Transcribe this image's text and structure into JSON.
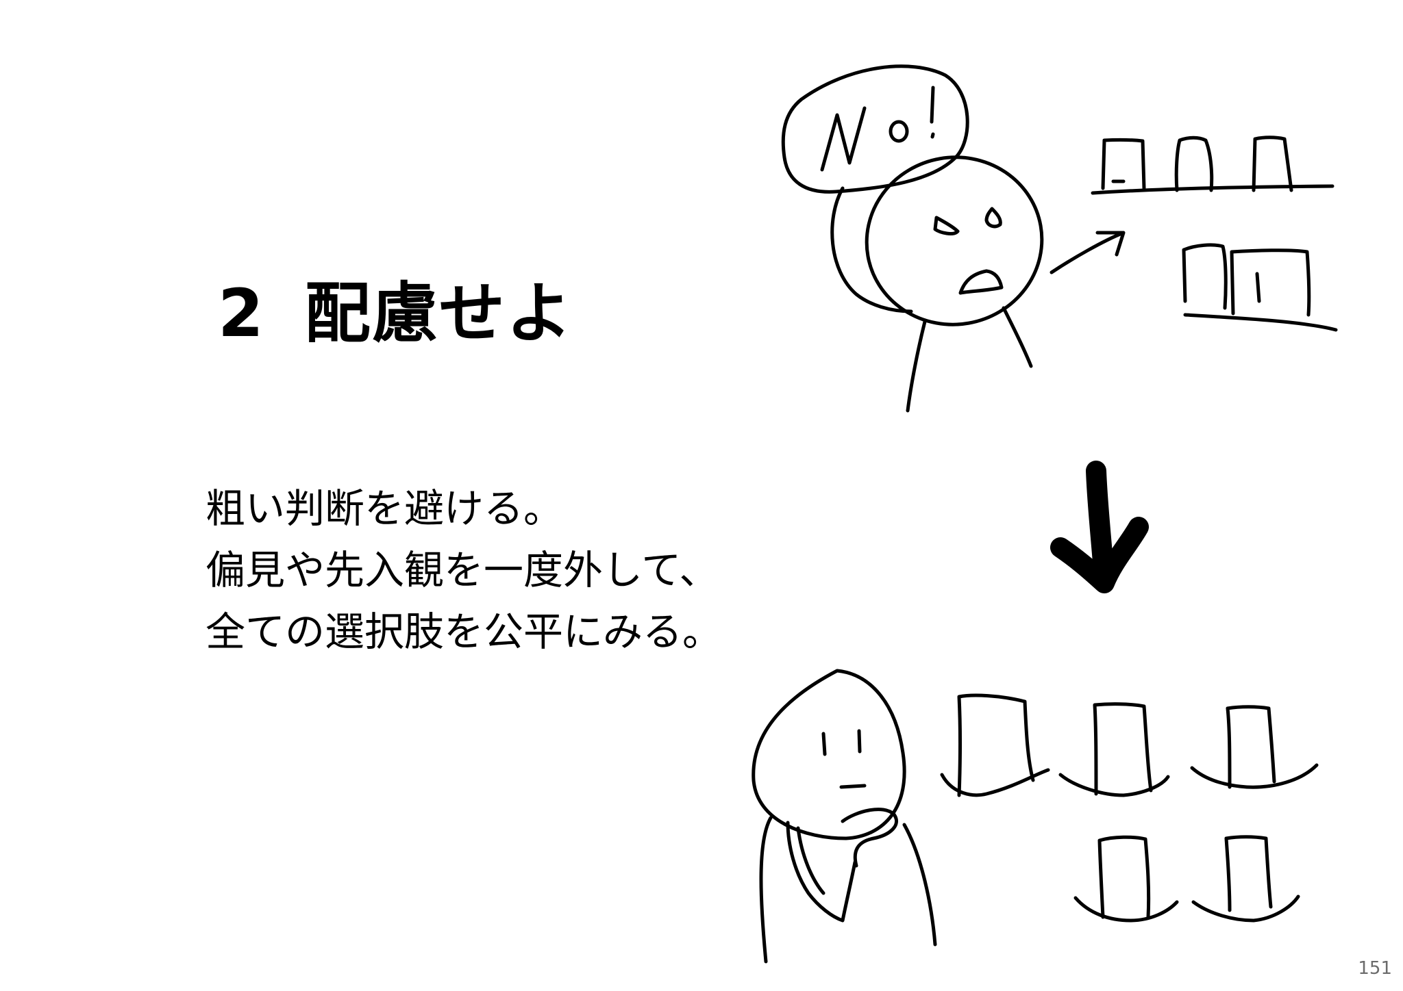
{
  "slide": {
    "title_number": "2",
    "title_text": "配慮せよ",
    "body_lines": [
      "粗い判断を避ける。",
      "偏見や先入観を一度外して、",
      "全ての選択肢を公平にみる。"
    ],
    "page_number": "151"
  },
  "illustration": {
    "speech_bubble_text": "No!"
  },
  "colors": {
    "background": "#ffffff",
    "ink": "#000000",
    "page_number": "#6b6b6b"
  }
}
